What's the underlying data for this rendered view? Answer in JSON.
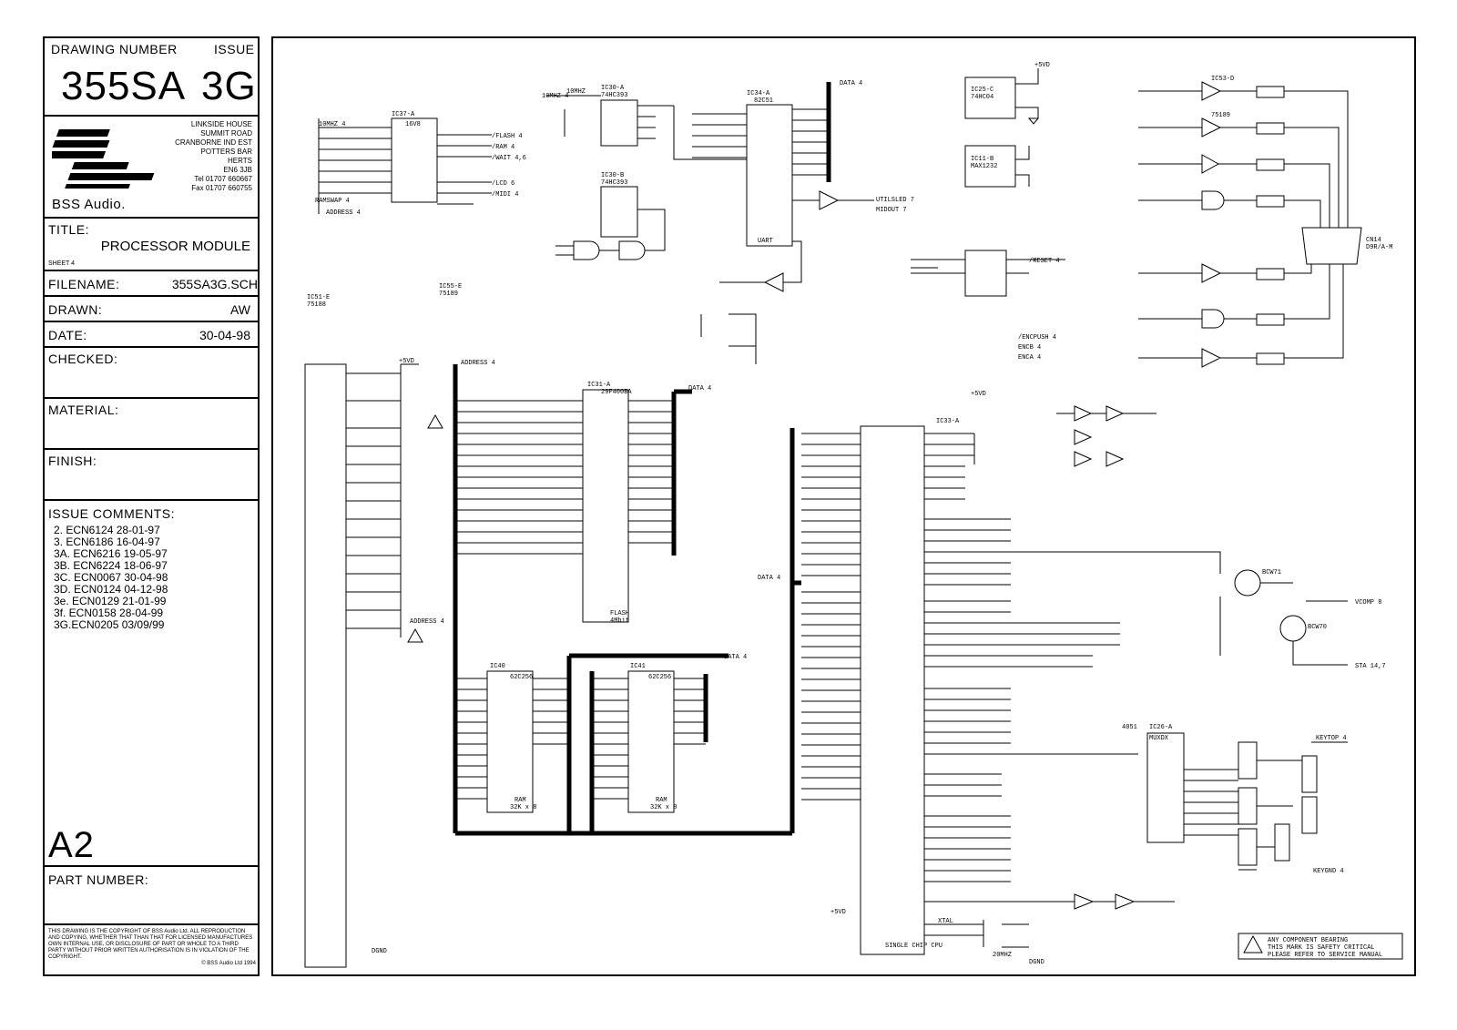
{
  "title_block": {
    "drawing_number_label": "DRAWING NUMBER",
    "issue_label": "ISSUE",
    "drawing_number": "355SA",
    "issue": "3G",
    "company_name": "BSS Audio.",
    "address": [
      "LINKSIDE HOUSE",
      "SUMMIT ROAD",
      "CRANBORNE IND EST",
      "POTTERS BAR",
      "HERTS",
      "EN6 3JB"
    ],
    "tel": "Tel 01707 660667",
    "fax": "Fax 01707 660755",
    "title_label": "TITLE:",
    "title": "PROCESSOR MODULE",
    "sheet": "SHEET 4",
    "filename_label": "FILENAME:",
    "filename": "355SA3G.SCH",
    "drawn_label": "DRAWN:",
    "drawn": "AW",
    "date_label": "DATE:",
    "date": "30-04-98",
    "checked_label": "CHECKED:",
    "material_label": "MATERIAL:",
    "finish_label": "FINISH:",
    "issue_comments_label": "ISSUE COMMENTS:",
    "issue_comments": [
      "2. ECN6124 28-01-97",
      "3. ECN6186 16-04-97",
      "3A. ECN6216 19-05-97",
      "3B. ECN6224 18-06-97",
      "3C. ECN0067 30-04-98",
      "3D. ECN0124 04-12-98",
      "3e. ECN0129 21-01-99",
      "3f. ECN0158 28-04-99",
      "3G.ECN0205 03/09/99"
    ],
    "size": "A2",
    "part_number_label": "PART NUMBER:",
    "copyright": "THIS DRAWING IS THE COPYRIGHT OF BSS Audio Ltd. ALL REPRODUCTION AND COPYING, WHETHER THAT THAN THAT FOR LICENSED MANUFACTURES OWN INTERNAL USE, OR DISCLOSURE OF PART OR WHOLE TO A THIRD PARTY WITHOUT PRIOR WRITTEN AUTHORISATION IS IN VIOLATION OF THE COPYRIGHT.",
    "copyright_year": "© BSS Audio Ltd 1994"
  },
  "schematic": {
    "ic_labels": {
      "ic37": "IC37-A",
      "ic37_part": "16V8",
      "ic30a": "IC30-A",
      "ic30a_part": "74HC393",
      "ic30b": "IC30-B",
      "ic30b_part": "74HC393",
      "ic34": "IC34-A",
      "ic34_part": "82C51",
      "ic34_sub": "UART",
      "ic25c": "IC25-C",
      "ic25c_part": "74HC04",
      "ic11": "IC11-B",
      "ic11_part": "MAX1232",
      "ic31": "IC31-A",
      "ic31_part": "29F400BA",
      "ic31_sub": "FLASH",
      "ic31_sub2": "4Mbit",
      "ic40": "IC40",
      "ic40_part": "62C256",
      "ic41": "IC41",
      "ic41_part": "62C256",
      "ram_label": "RAM",
      "ram_size": "32K x 8",
      "ic33": "IC33-A",
      "cpu_label": "SINGLE CHIP CPU",
      "ic26": "IC26-A",
      "ic26_part": "4051",
      "muxdx": "MUXDX",
      "ic51e": "IC51-E",
      "ic51e_part": "75188",
      "ic55e": "IC55-E",
      "ic55e_part": "75189",
      "ic53d": "IC53-D",
      "ic53d_part": "75189",
      "connector": "CN14",
      "connector_part": "D9R/A-M",
      "tr8": "BCW71",
      "tr16": "BCW70"
    },
    "nets": {
      "data4": "DATA 4",
      "address4": "ADDRESS 4",
      "flash4": "/FLASH 4",
      "ram4": "/RAM 4",
      "wait": "/WAIT 4,6",
      "lcd": "/LCD 6",
      "midi": "/MIDI 4",
      "ramsw": "RAMSWAP 4",
      "reset4": "/RESET 4",
      "clk": "10MHZ 4",
      "mhz": "10MHZ",
      "vcc5": "+5VD",
      "dgnd": "DGND",
      "midout": "MIDOUT 7",
      "utilsled": "UTILSLED 7",
      "ecnpush": "/ENCPUSH 4",
      "encb": "ENCB 4",
      "enca": "ENCA 4",
      "keytop": "KEYTOP 4",
      "keyg": "KEYGND 4",
      "vcomp": "VCOMP 8",
      "sta": "STA 14,7",
      "xtal": "XTAL",
      "xtal_val": "20MHZ"
    },
    "caution": [
      "ANY COMPONENT BEARING",
      "THIS MARK IS SAFETY CRITICAL",
      "PLEASE REFER TO SERVICE MANUAL"
    ]
  }
}
